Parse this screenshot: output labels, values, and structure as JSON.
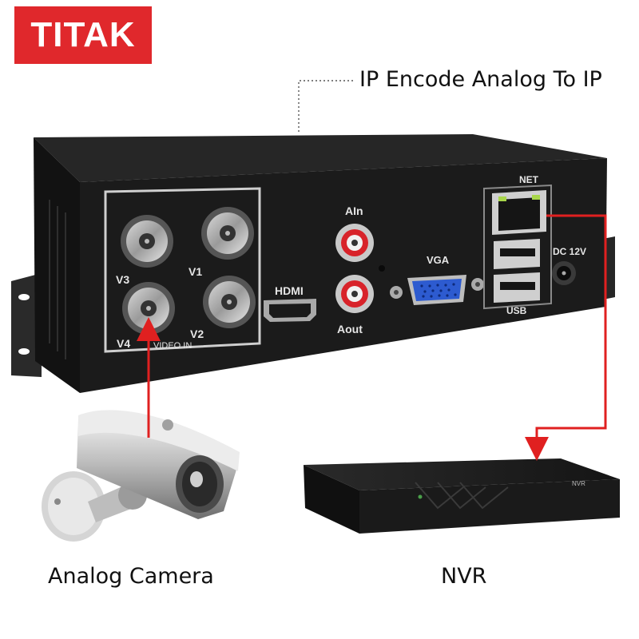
{
  "brand": {
    "name": "TITAK",
    "color": "#e0282c"
  },
  "headline": "IP Encode Analog To IP",
  "device": {
    "ports": {
      "bnc": [
        "V1",
        "V2",
        "V3",
        "V4"
      ],
      "video_in": "VIDEO IN",
      "audio_in": "AIn",
      "audio_out": "Aout",
      "hdmi": "HDMI",
      "vga": "VGA",
      "net": "NET",
      "usb": "USB",
      "power": "DC 12V"
    }
  },
  "captions": {
    "camera": "Analog Camera",
    "nvr": "NVR"
  },
  "colors": {
    "arrow": "#e02020",
    "chassis": "#1c1c1c",
    "rca_red": "#d8232a",
    "rca_white": "#f2f2f2",
    "vga_blue": "#2d5bd0"
  },
  "icons": [
    "bnc-connector-icon",
    "rca-connector-icon",
    "hdmi-port-icon",
    "vga-port-icon",
    "ethernet-port-icon",
    "usb-port-icon",
    "dc-power-jack-icon"
  ]
}
